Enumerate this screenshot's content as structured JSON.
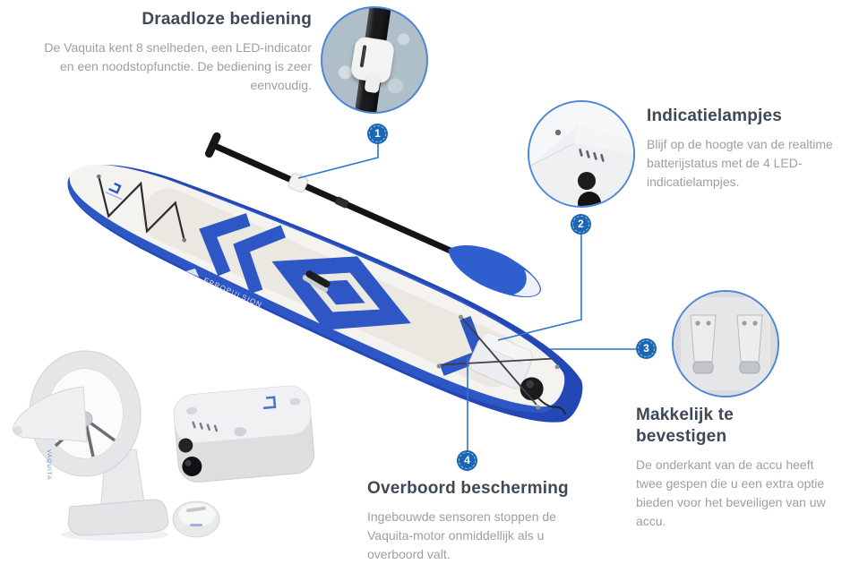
{
  "features": [
    {
      "badge": "1",
      "title": "Draadloze bediening",
      "body": "De Vaquita kent 8 snelheden, een LED-indicator en een noodstopfunctie. De bediening is zeer eenvoudig."
    },
    {
      "badge": "2",
      "title": "Indicatielampjes",
      "body": "Blijf op de hoogte van de realtime batterijstatus met de 4 LED-indicatielampjes."
    },
    {
      "badge": "3",
      "title": "Makkelijk te bevestigen",
      "body": "De onderkant van de accu heeft twee gespen die u een extra optie bieden voor het beveiligen van uw accu."
    },
    {
      "badge": "4",
      "title": "Overboord bescherming",
      "body": "Ingebouwde sensoren stoppen de Vaquita-motor onmiddellijk als u overboord valt."
    }
  ],
  "branding": {
    "rail_text": "EPROPULSION",
    "motor_text": "VAQUITA"
  },
  "colors": {
    "accent_badge": "#1a65b4",
    "leader_line": "#2e74c9",
    "circle_ring": "#4d86d8",
    "board_blue": "#2e57c5",
    "heading_text": "#3e4956",
    "body_text": "#99a0a8"
  }
}
